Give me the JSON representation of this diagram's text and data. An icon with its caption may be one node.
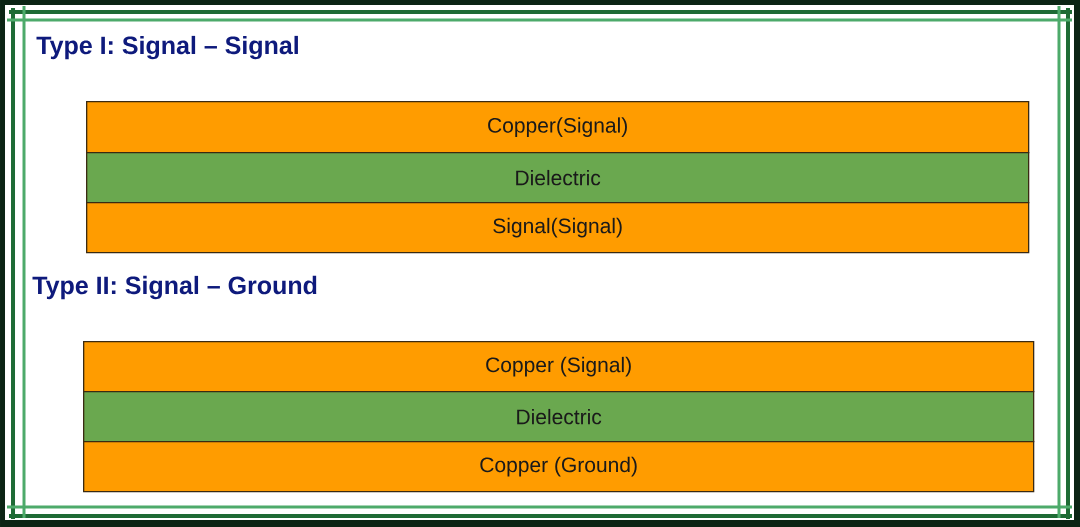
{
  "diagram": {
    "nodes": [
      {
        "text": [
          "Copper(Signal)"
        ]
      },
      {
        "text": [
          "Dielectric"
        ]
      },
      {
        "text": [
          "Signal(Signal)"
        ]
      },
      {
        "text": [
          "Copper (Signal)"
        ]
      },
      {
        "text": [
          "Dielectric"
        ]
      },
      {
        "text": [
          "Copper (Ground)"
        ]
      }
    ],
    "labels": [
      "Type I: Signal – Signal",
      "Type II: Signal – Ground"
    ]
  }
}
